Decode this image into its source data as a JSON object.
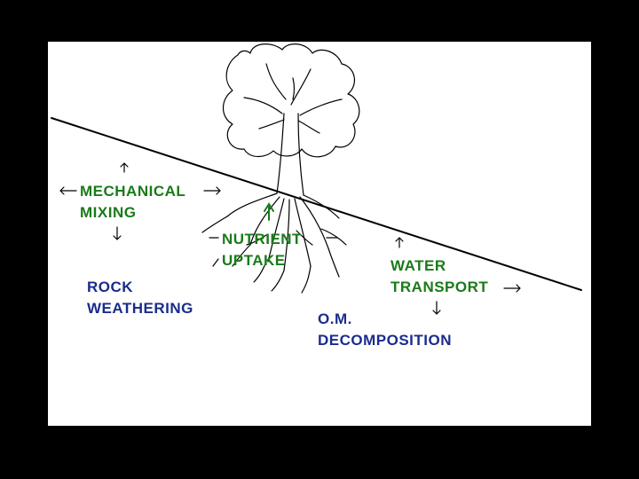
{
  "colors": {
    "background": "#000000",
    "panel": "#ffffff",
    "green_label": "#1a7a1a",
    "navy_label": "#1a2c8c",
    "sketch": "#000000"
  },
  "labels": {
    "mechanical_mixing": {
      "line1": "MECHANICAL",
      "line2": "MIXING"
    },
    "nutrient_uptake": {
      "line1": "NUTRIENT",
      "line2": "UPTAKE"
    },
    "water_transport": {
      "line1": "WATER",
      "line2": "TRANSPORT"
    },
    "rock_weathering": {
      "line1": "ROCK",
      "line2": "WEATHERING"
    },
    "om_decomposition": {
      "line1": "O.M.",
      "line2": "DECOMPOSITION"
    }
  },
  "icons": [
    "arrow-up-icon",
    "arrow-down-icon",
    "arrow-left-icon",
    "arrow-right-icon",
    "tree-icon",
    "ground-line"
  ]
}
